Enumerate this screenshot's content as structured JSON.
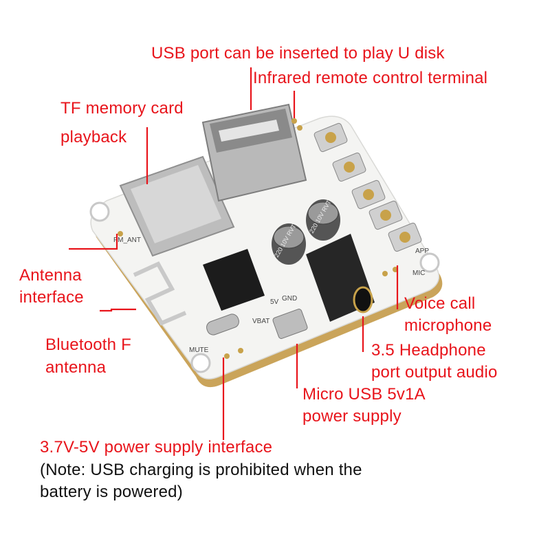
{
  "colors": {
    "label_red": "#e8141b",
    "note_black": "#111111",
    "pcb_white": "#f4f4f2",
    "pcb_edge": "#c9a55a",
    "metal": "#b9b9b9"
  },
  "labels": {
    "usb_port": "USB port can be inserted to play U disk",
    "ir_terminal": "Infrared remote control terminal",
    "tf_card_line1": "TF memory card",
    "tf_card_line2": "playback",
    "antenna_interface_line1": "Antenna",
    "antenna_interface_line2": "interface",
    "bt_antenna_line1": "Bluetooth F",
    "bt_antenna_line2": "antenna",
    "voice_mic_line1": "Voice call",
    "voice_mic_line2": "microphone",
    "headphone_line1": "3.5 Headphone",
    "headphone_line2": "port output audio",
    "micro_usb_line1": "Micro USB 5v1A",
    "micro_usb_line2": "power supply",
    "power_interface": "3.7V-5V power supply interface",
    "note_line1": "(Note: USB charging is prohibited when the",
    "note_line2": "battery is powered)"
  },
  "silkscreen": {
    "fm_ant": "FM_ANT",
    "mute": "MUTE",
    "vbat": "VBAT",
    "v5": "5V",
    "gnd": "GND",
    "app": "APP",
    "mic": "MIC",
    "cap1": "220 10V RVT",
    "cap2": "220 10V RVT"
  }
}
